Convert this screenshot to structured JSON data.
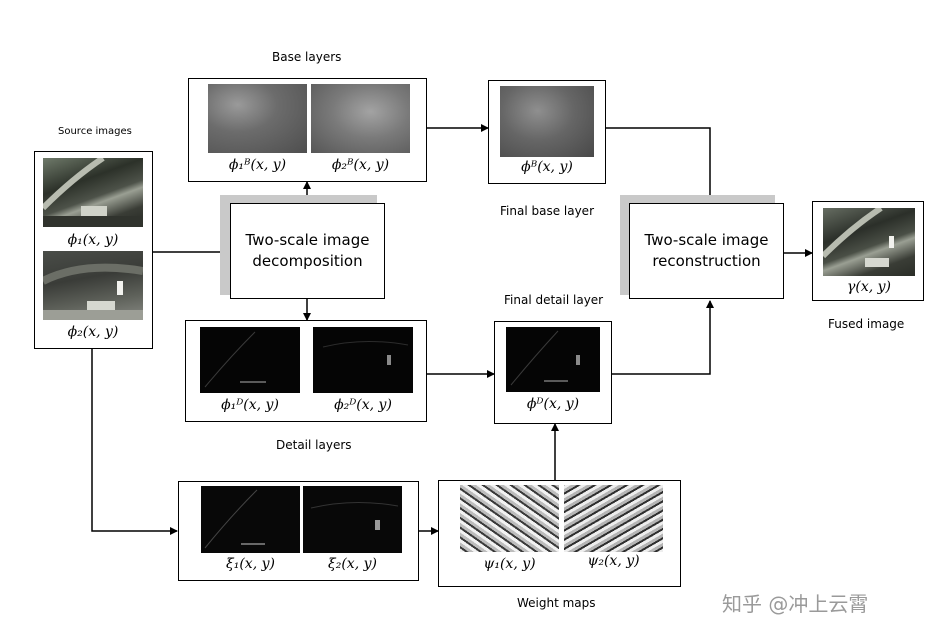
{
  "labels": {
    "source_images": "Source images",
    "base_layers": "Base layers",
    "final_base_layer": "Final base layer",
    "final_detail_layer": "Final detail layer",
    "detail_layers": "Detail layers",
    "weight_maps": "Weight maps",
    "fused_image": "Fused image"
  },
  "processes": {
    "decomposition_line1": "Two-scale image",
    "decomposition_line2": "decomposition",
    "reconstruction_line1": "Two-scale image",
    "reconstruction_line2": "reconstruction"
  },
  "symbols": {
    "phi1": "ϕ₁(x, y)",
    "phi2": "ϕ₂(x, y)",
    "phi1_B": "ϕ₁ᴮ(x, y)",
    "phi2_B": "ϕ₂ᴮ(x, y)",
    "phi_B": "ϕᴮ(x, y)",
    "phi1_D": "ϕ₁ᴰ(x, y)",
    "phi2_D": "ϕ₂ᴰ(x, y)",
    "phi_D": "ϕᴰ(x, y)",
    "xi1": "ξ₁(x, y)",
    "xi2": "ξ₂(x, y)",
    "psi1": "ψ₁(x, y)",
    "psi2": "ψ₂(x, y)",
    "gamma": "γ(x, y)"
  },
  "watermark": "知乎 @冲上云霄",
  "colors": {
    "line": "#000000",
    "shadow": "#c9c9c9",
    "watermark": "#9a9a9a"
  }
}
